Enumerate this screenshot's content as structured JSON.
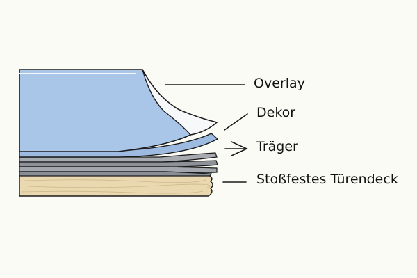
{
  "labels": {
    "overlay": "Overlay",
    "dekor": "Dekor",
    "traeger": "Träger",
    "deck": "Stoßfestes Türendeck"
  },
  "colors": {
    "background": "#fbfbf6",
    "overlay_film": "#fafafa",
    "dekor_blue": "#a9c6e8",
    "traeger_gray": "#9a9ea4",
    "deck_wood": "#ead8b0",
    "outline": "#1a1a1a"
  }
}
